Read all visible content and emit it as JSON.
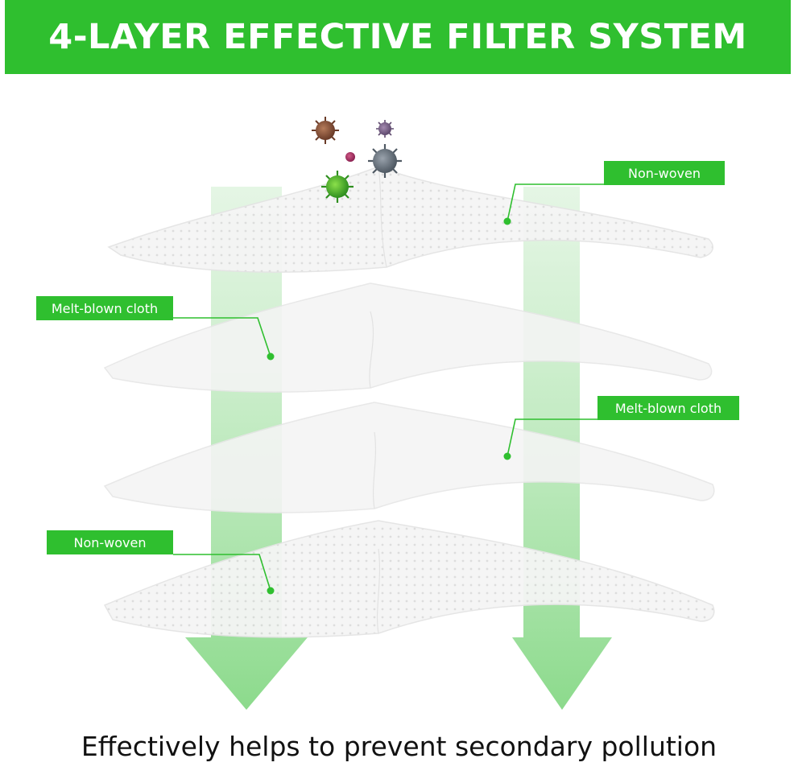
{
  "title": "4-LAYER EFFECTIVE FILTER SYSTEM",
  "layers": [
    {
      "label": "Non-woven"
    },
    {
      "label": "Melt-blown cloth"
    },
    {
      "label": "Melt-blown cloth"
    },
    {
      "label": "Non-woven"
    }
  ],
  "caption": "Effectively helps to prevent secondary pollution",
  "colors": {
    "accent": "#2fbf2f",
    "arrow": "#8fe08f",
    "layer": "#f3f3f3"
  },
  "icons": [
    "virus-icon",
    "arrow-down-icon"
  ]
}
